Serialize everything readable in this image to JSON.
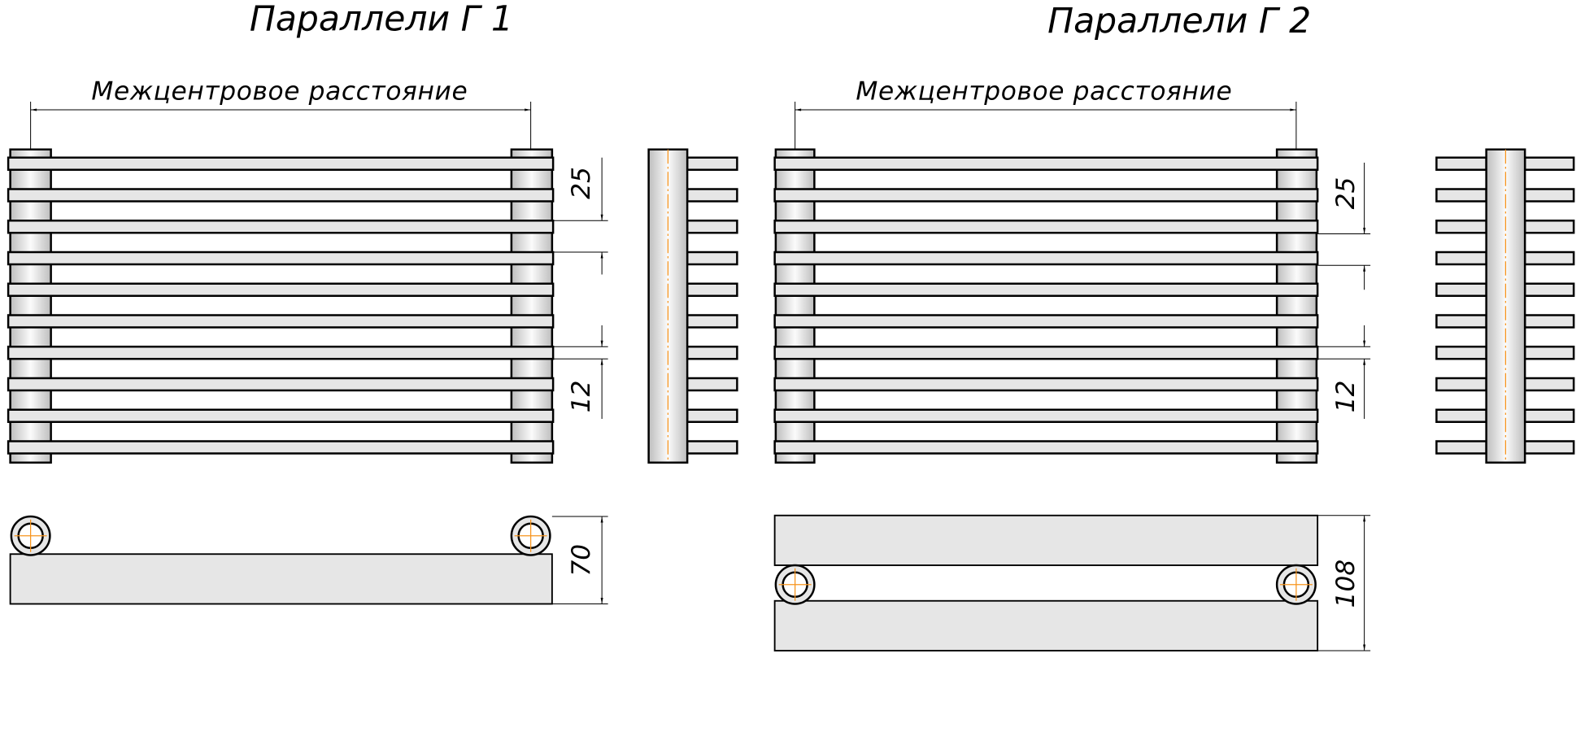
{
  "drawings": {
    "g1": {
      "title": "Параллели Г 1",
      "center_distance_label": "Межцентровое расстояние",
      "pitch_dim": "25",
      "bar_dim": "12",
      "depth_dim": "70"
    },
    "g2": {
      "title": "Параллели Г 2",
      "center_distance_label": "Межцентровое расстояние",
      "pitch_dim": "25",
      "bar_dim": "12",
      "depth_dim": "108"
    }
  },
  "colors": {
    "bar_fill": "#e6e6e6",
    "axis_line": "#f7941d"
  }
}
